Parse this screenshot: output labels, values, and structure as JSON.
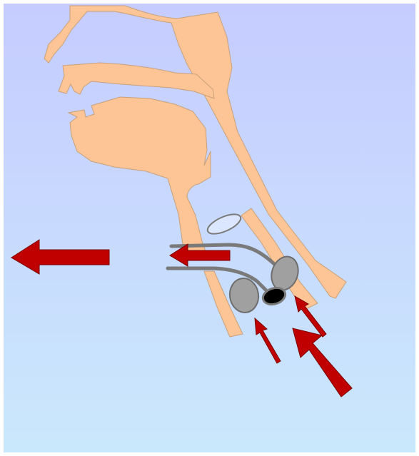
{
  "diagram": {
    "background": {
      "top": "#c6ccff",
      "bottom": "#cae8fc"
    },
    "colors": {
      "anatomy_fill": "#fdc595",
      "anatomy_stroke": "#c9a07a",
      "device_tube": "#7a7a7a",
      "cuff_fill": "#a0a0a0",
      "cuff_stroke": "#6e6e6e",
      "lumen_fill": "#000000",
      "arrow_fill": "#c00000",
      "arrow_stroke": "#7a0000",
      "ring_fill": "#ffffff"
    },
    "icons": [
      "tongue-shape",
      "palate-shape",
      "pharyngeal-wall-shape",
      "epiglottis-shape",
      "larynx-shape",
      "tube-device",
      "cuff-shape",
      "airflow-arrow"
    ]
  }
}
